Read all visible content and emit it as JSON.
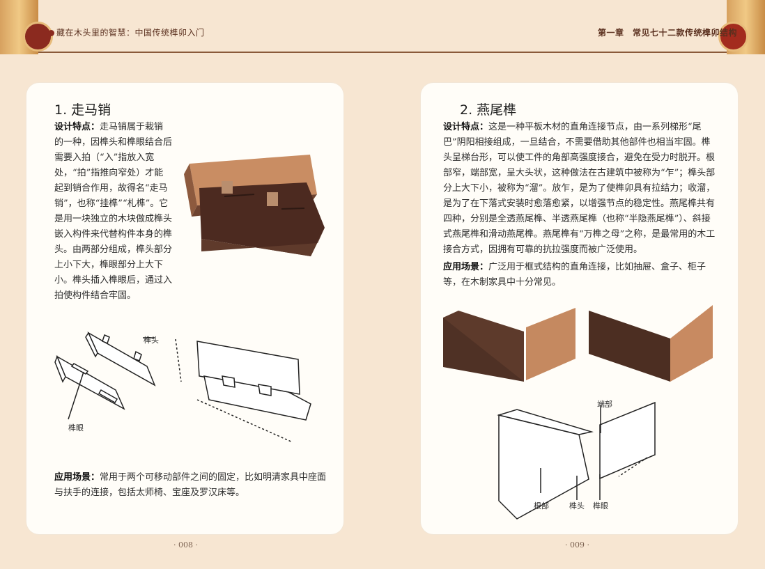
{
  "header": {
    "left_title": "藏在木头里的智慧：中国传统榫卯入门",
    "right_title": "第一章　常见七十二款传统榫卯结构"
  },
  "left_page": {
    "section_title": "1. 走马销",
    "design_label": "设计特点：",
    "design_text": "走马销属于栽销的一种，因榫头和榫眼结合后需要入拍（“入”指放入宽处，“拍”指推向窄处）才能起到销合作用，故得名“走马销”，也称“挂榫”“札榫”。它是用一块独立的木块做成榫头嵌入构件来代替构件本身的榫头。由两部分组成，榫头部分上小下大，榫眼部分上大下小。榫头插入榫眼后，通过入拍使构件结合牢固。",
    "labels": {
      "tenon_head": "榫头",
      "mortise": "榫眼"
    },
    "application_label": "应用场景：",
    "application_text": "常用于两个可移动部件之间的固定，比如明清家具中座面与扶手的连接，包括太师椅、宝座及罗汉床等。",
    "page_number": "· 008 ·"
  },
  "right_page": {
    "section_title": "2. 燕尾榫",
    "design_label": "设计特点：",
    "design_text": "这是一种平板木材的直角连接节点，由一系列梯形“尾巴”阴阳相接组成，一旦结合，不需要借助其他部件也相当牢固。榫头呈梯台形，可以使工件的角部高强度接合，避免在受力时脱开。根部窄，端部宽，呈大头状，这种做法在古建筑中被称为“乍”；榫头部分上大下小，被称为“溜”。放乍，是为了使榫卯具有拉结力；收溜，是为了在下落式安装时愈落愈紧，以增强节点的稳定性。燕尾榫共有四种，分别是全透燕尾榫、半透燕尾榫（也称“半隐燕尾榫”）、斜接式燕尾榫和滑动燕尾榫。燕尾榫有“万榫之母”之称，是最常用的木工接合方式，因拥有可靠的抗拉强度而被广泛使用。",
    "application_label": "应用场景：",
    "application_text": "广泛用于框式结构的直角连接，比如抽屉、盒子、柜子等，在木制家具中十分常见。",
    "labels": {
      "end_part": "端部",
      "root_part": "根部",
      "tenon_head": "榫头",
      "mortise": "榫眼"
    },
    "page_number": "· 009 ·"
  },
  "colors": {
    "accent": "#8b2a1f",
    "wood_light": "#c88a61",
    "wood_dark": "#5a3a2c"
  }
}
